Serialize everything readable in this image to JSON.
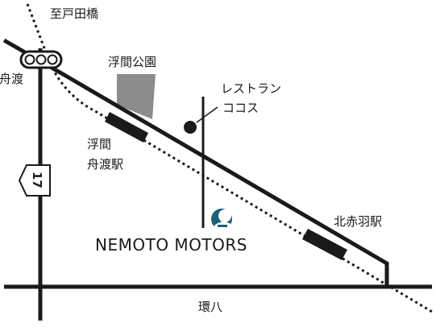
{
  "labels": {
    "to_todabashi": "至戸田橋",
    "funado": "舟渡",
    "ukima_park": "浮間公園",
    "restaurant_line1": "レストラン",
    "restaurant_line2": "ココス",
    "station_ukima_line1": "浮間",
    "station_ukima_line2": "舟渡駅",
    "station_kitaakabane": "北赤羽駅",
    "route_number": "17",
    "brand": "NEMOTO MOTORS",
    "kanpachi": "環八"
  },
  "colors": {
    "road": "#1a1a1a",
    "park": "#8c8c8c",
    "brand_logo": "#1f5f7a",
    "background": "#ffffff"
  },
  "icons": {
    "traffic_signal": "traffic-light-icon",
    "route_shield": "route-17-shield-icon",
    "brand_logo": "nemoto-motors-logo-icon"
  }
}
